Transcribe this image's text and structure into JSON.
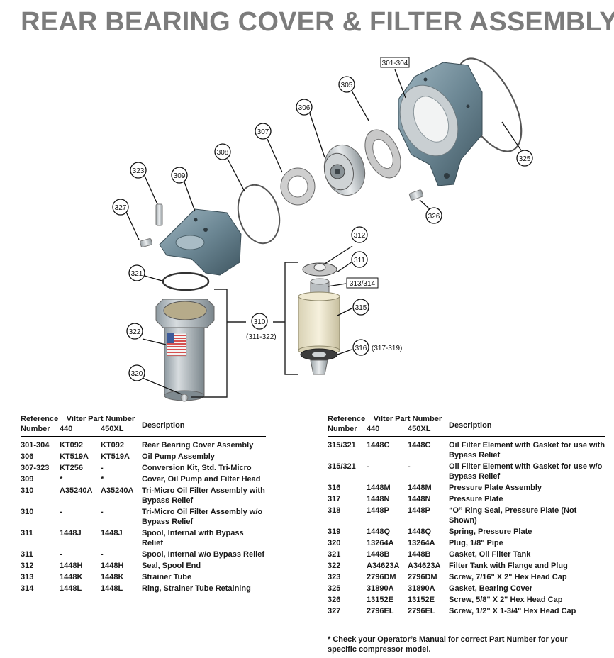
{
  "title": "REAR BEARING COVER & FILTER ASSEMBLY",
  "callouts": {
    "c301": "301-304",
    "c305": "305",
    "c306": "306",
    "c307": "307",
    "c308": "308",
    "c309": "309",
    "c310": "310",
    "c310_range": "(311-322)",
    "c311": "311",
    "c312": "312",
    "c313": "313/314",
    "c315": "315",
    "c316": "316",
    "c316_range": "(317-319)",
    "c320": "320",
    "c321": "321",
    "c322": "322",
    "c323": "323",
    "c325": "325",
    "c326": "326",
    "c327": "327"
  },
  "table_headers": {
    "reference": "Reference",
    "number": "Number",
    "vilter": "Vilter Part Number",
    "col_440": "440",
    "col_450": "450XL",
    "description": "Description"
  },
  "table_left": [
    {
      "ref": "301-304",
      "p440": "KT092",
      "p450": "KT092",
      "desc": "Rear Bearing Cover Assembly"
    },
    {
      "ref": "306",
      "p440": "KT519A",
      "p450": "KT519A",
      "desc": "Oil Pump Assembly"
    },
    {
      "ref": "307-323",
      "p440": "KT256",
      "p450": "-",
      "desc": "Conversion Kit, Std. Tri-Micro"
    },
    {
      "ref": "309",
      "p440": "*",
      "p450": "*",
      "desc": "Cover, Oil Pump and Filter Head"
    },
    {
      "ref": "310",
      "p440": "A35240A",
      "p450": "A35240A",
      "desc": "Tri-Micro Oil Filter Assembly with Bypass Relief"
    },
    {
      "ref": "310",
      "p440": "-",
      "p450": "-",
      "desc": "Tri-Micro Oil Filter Assembly w/o Bypass Relief"
    },
    {
      "ref": "311",
      "p440": "1448J",
      "p450": "1448J",
      "desc": "Spool, Internal with Bypass Relief"
    },
    {
      "ref": "311",
      "p440": "-",
      "p450": "-",
      "desc": "Spool, Internal w/o Bypass Relief"
    },
    {
      "ref": "312",
      "p440": "1448H",
      "p450": "1448H",
      "desc": "Seal, Spool End"
    },
    {
      "ref": "313",
      "p440": "1448K",
      "p450": "1448K",
      "desc": "Strainer Tube"
    },
    {
      "ref": "314",
      "p440": "1448L",
      "p450": "1448L",
      "desc": "Ring, Strainer Tube Retaining"
    }
  ],
  "table_right": [
    {
      "ref": "315/321",
      "p440": "1448C",
      "p450": "1448C",
      "desc": "Oil Filter Element with Gasket for use with Bypass Relief"
    },
    {
      "ref": "315/321",
      "p440": "-",
      "p450": "-",
      "desc": "Oil Filter Element with Gasket for use w/o Bypass Relief"
    },
    {
      "ref": "316",
      "p440": "1448M",
      "p450": "1448M",
      "desc": "Pressure Plate Assembly"
    },
    {
      "ref": "317",
      "p440": "1448N",
      "p450": "1448N",
      "desc": "Pressure Plate"
    },
    {
      "ref": "318",
      "p440": "1448P",
      "p450": "1448P",
      "desc": "“O” Ring Seal, Pressure Plate (Not Shown)"
    },
    {
      "ref": "319",
      "p440": "1448Q",
      "p450": "1448Q",
      "desc": "Spring, Pressure Plate"
    },
    {
      "ref": "320",
      "p440": "13264A",
      "p450": "13264A",
      "desc": "Plug, 1/8\" Pipe"
    },
    {
      "ref": "321",
      "p440": "1448B",
      "p450": "1448B",
      "desc": "Gasket, Oil Filter Tank"
    },
    {
      "ref": "322",
      "p440": "A34623A",
      "p450": "A34623A",
      "desc": "Filter Tank with Flange and Plug"
    },
    {
      "ref": "323",
      "p440": "2796DM",
      "p450": "2796DM",
      "desc": "Screw, 7/16\" X 2\" Hex Head Cap"
    },
    {
      "ref": "325",
      "p440": "31890A",
      "p450": "31890A",
      "desc": "Gasket, Bearing Cover"
    },
    {
      "ref": "326",
      "p440": "13152E",
      "p450": "13152E",
      "desc": "Screw, 5/8\" X 2\" Hex Head Cap"
    },
    {
      "ref": "327",
      "p440": "2796EL",
      "p450": "2796EL",
      "desc": "Screw, 1/2\" X 1-3/4\" Hex Head Cap"
    }
  ],
  "footnote": "* Check your Operator’s Manual for correct Part Number for your specific compressor model."
}
